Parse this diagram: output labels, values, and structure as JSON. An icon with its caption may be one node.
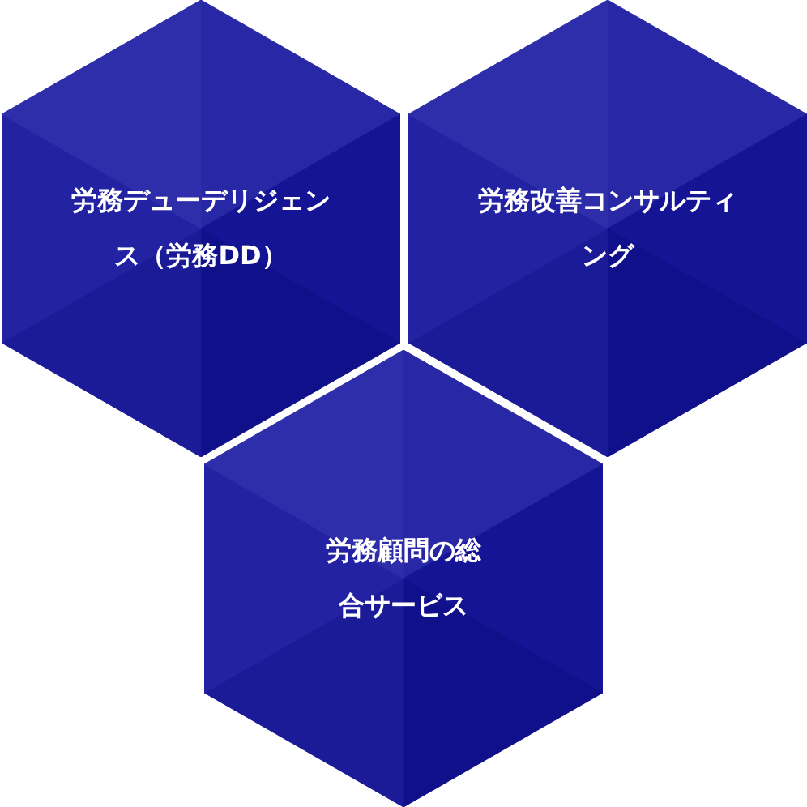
{
  "diagram": {
    "nodes": [
      {
        "text": [
          "労務デューデリジェンス（労務DD）"
        ]
      },
      {
        "text": [
          "労務改善コンサルティング"
        ]
      },
      {
        "text": [
          "労務顧問の総合サービス"
        ]
      }
    ]
  }
}
